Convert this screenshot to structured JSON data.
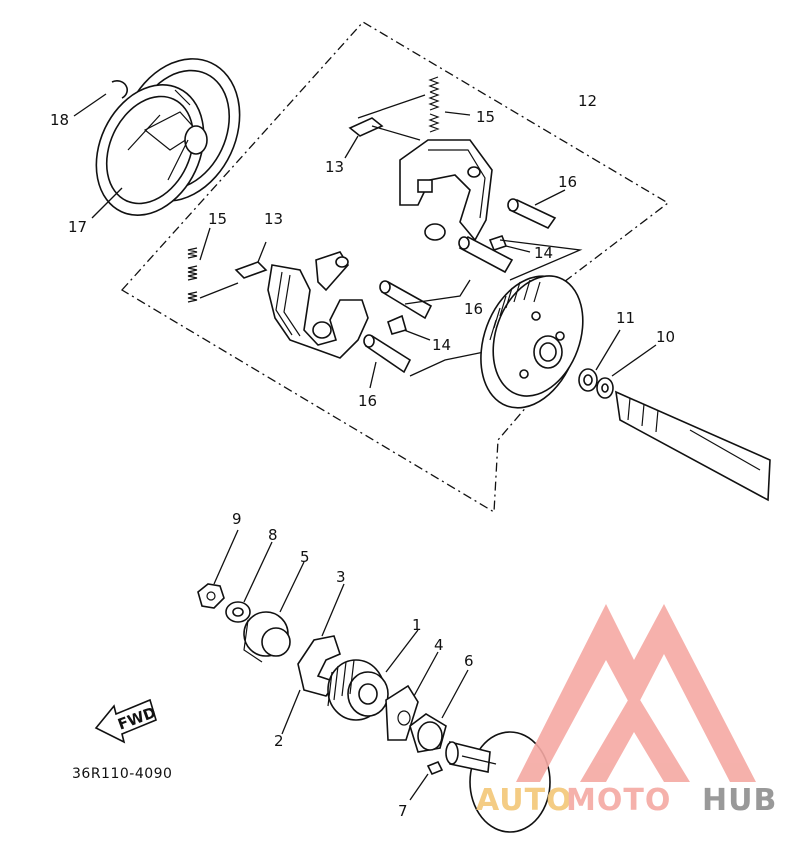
{
  "callouts": {
    "c1": "1",
    "c2": "2",
    "c3": "3",
    "c4": "4",
    "c5": "5",
    "c6": "6",
    "c7": "7",
    "c8": "8",
    "c9": "9",
    "c10": "10",
    "c11": "11",
    "c12": "12",
    "c13a": "13",
    "c13b": "13",
    "c14a": "14",
    "c14b": "14",
    "c15a": "15",
    "c15b": "15",
    "c16a": "16",
    "c16b": "16",
    "c16c": "16",
    "c17": "17",
    "c18": "18"
  },
  "diagram_code": "36R110-4090",
  "fwd_label": "FWD",
  "watermark": {
    "part1": "AUTO",
    "part2": "MOTO",
    "part3": "HUB",
    "color_light": "#f5a9a3",
    "color_gold": "#f3c777",
    "color_grey": "#8e8e8e"
  }
}
